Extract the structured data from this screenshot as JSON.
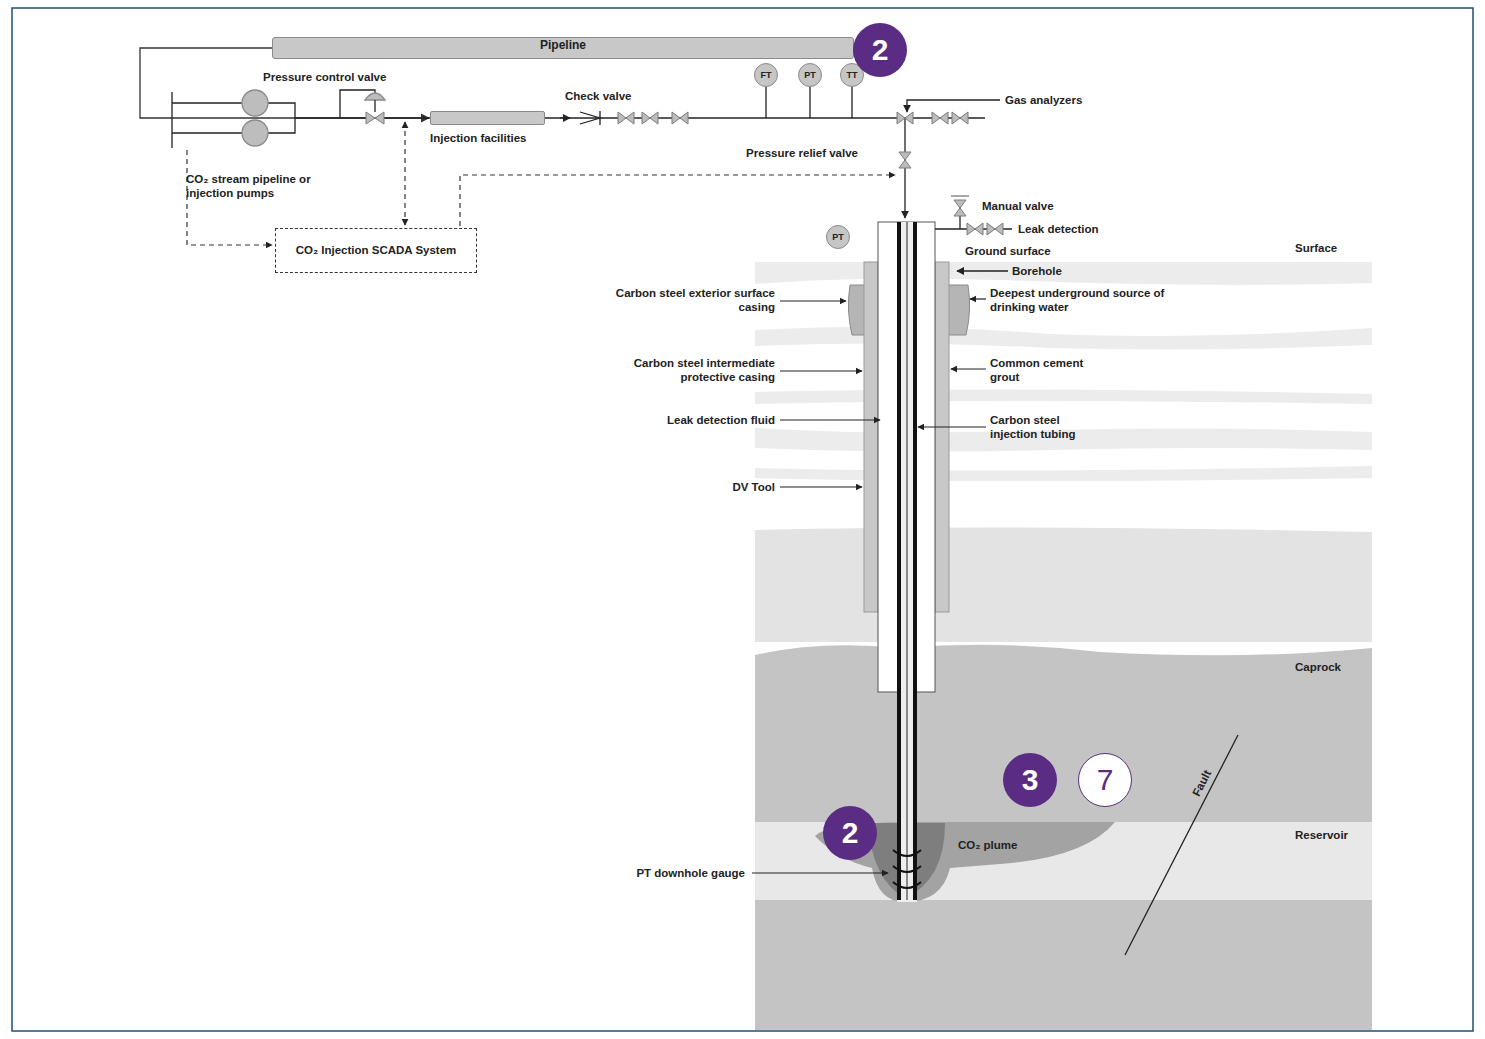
{
  "diagram": {
    "nodes": [
      {
        "text": [
          "Pipeline"
        ]
      },
      {
        "text": [
          "FT"
        ]
      },
      {
        "text": [
          "PT"
        ]
      },
      {
        "text": [
          "TT"
        ]
      },
      {
        "text": [
          "2"
        ]
      },
      {
        "text": [
          "Injection facilities"
        ]
      },
      {
        "text": [
          "CO₂ Injection SCADA System"
        ]
      },
      {
        "text": [
          "PT"
        ]
      },
      {
        "text": [
          "3"
        ]
      },
      {
        "text": [
          "7"
        ]
      },
      {
        "text": [
          "2"
        ]
      }
    ],
    "edges": [
      {
        "from": 0,
        "to": 5,
        "arrow": "to"
      }
    ],
    "labels": [
      "Pressure control valve",
      "Check valve",
      "Gas analyzers",
      "Pressure relief valve",
      "CO₂ stream pipeline or injection pumps",
      "Manual valve",
      "Leak detection",
      "Ground surface",
      "Surface",
      "Borehole",
      "Carbon steel exterior surface casing",
      "Deepest underground source of drinking water",
      "Carbon steel intermediate protective casing",
      "Common cement grout",
      "Leak detection fluid",
      "Carbon steel injection tubing",
      "DV Tool",
      "Caprock",
      "Fault",
      "Reservoir",
      "CO₂ plume",
      "PT downhole gauge"
    ]
  }
}
